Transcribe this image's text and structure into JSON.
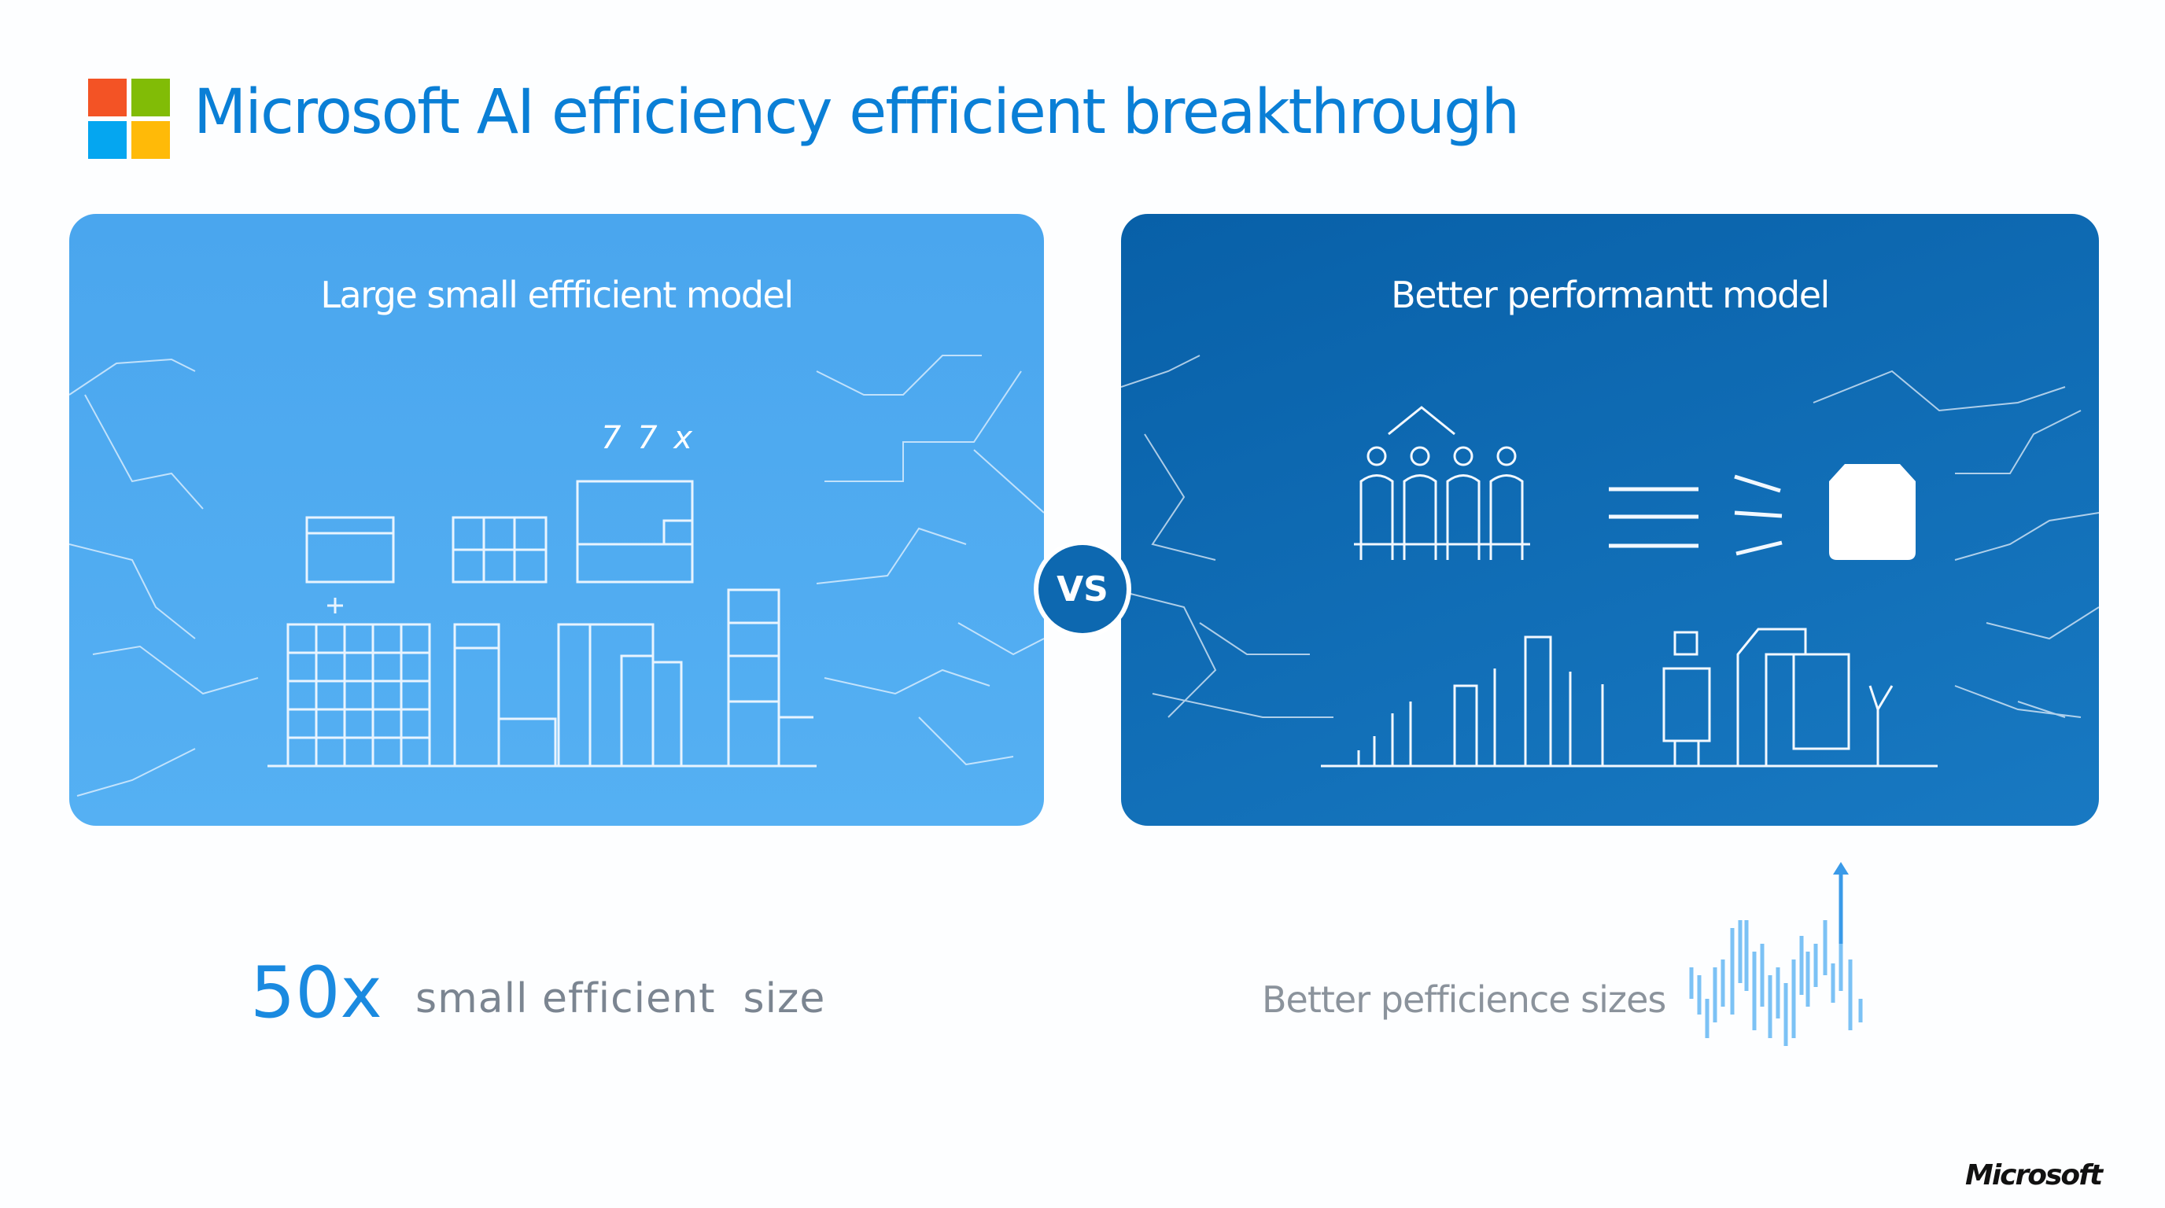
{
  "header": {
    "title": "Microsoft AI efficiency effficient breakthrough",
    "logo_colors": [
      "#f35325",
      "#81bc06",
      "#05a6f0",
      "#ffba08"
    ]
  },
  "left_panel": {
    "title": "Large small effficient model",
    "annotation": "7 7 x",
    "color": "#4faaf0"
  },
  "right_panel": {
    "title": "Better performantt model",
    "color": "#0a65ad"
  },
  "vs_badge": "VS",
  "stats": {
    "left_value": "50x",
    "left_label": "small efficient  size",
    "right_label": "Better pefficience sizes"
  },
  "footer": {
    "brand": "Microsoft"
  }
}
